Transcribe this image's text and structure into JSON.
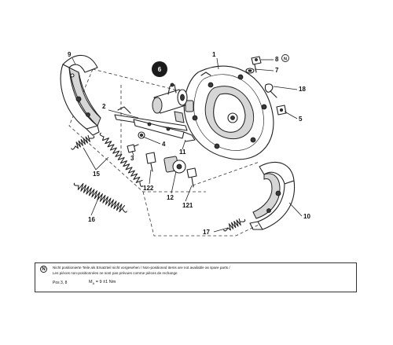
{
  "diagram": {
    "callouts": [
      {
        "id": "c1",
        "label": "1"
      },
      {
        "id": "c2",
        "label": "2"
      },
      {
        "id": "c3",
        "label": "3"
      },
      {
        "id": "c4",
        "label": "4"
      },
      {
        "id": "c5",
        "label": "5"
      },
      {
        "id": "c7",
        "label": "7"
      },
      {
        "id": "c8",
        "label": "8"
      },
      {
        "id": "c9",
        "label": "9"
      },
      {
        "id": "c10",
        "label": "10"
      },
      {
        "id": "c11",
        "label": "11"
      },
      {
        "id": "c12",
        "label": "12"
      },
      {
        "id": "c15",
        "label": "15"
      },
      {
        "id": "c16",
        "label": "16"
      },
      {
        "id": "c17",
        "label": "17"
      },
      {
        "id": "c18",
        "label": "18"
      },
      {
        "id": "c121",
        "label": "121"
      },
      {
        "id": "c122",
        "label": "122"
      }
    ],
    "badge": {
      "label": "6",
      "color": "#1a1a1a"
    },
    "note_marker": "N"
  },
  "footnote": {
    "marker": "N",
    "line1": "Nicht positionierte Teile als Ersatzteil nicht vorgesehen / Non-positioned items are not available as spare parts /",
    "line2": "Les pièces non-positionnées ne sont pas prévues comme pièces de rechange",
    "pos_label": "Pos  3, 8",
    "torque_prefix": "M",
    "torque_sub": "A",
    "torque_value": " = 9 ±1 Nm"
  }
}
